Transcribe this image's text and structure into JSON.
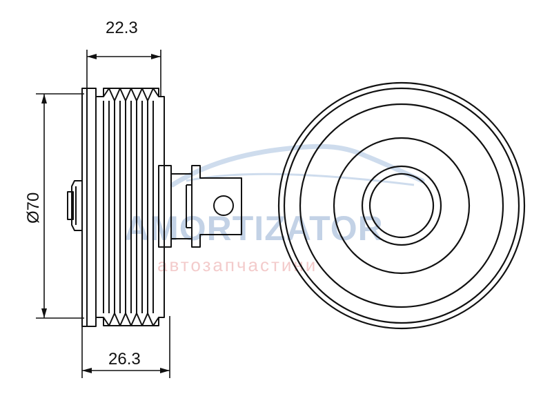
{
  "dimensions": {
    "top_width": "22.3",
    "bottom_width": "26.3",
    "diameter": "Ø70"
  },
  "watermark": {
    "brand": "AMORTIZATOR",
    "tagline": "автозапчастини"
  },
  "colors": {
    "line": "#111111",
    "watermark_blue": "#b9cbe2",
    "watermark_red": "#f2c2c2"
  }
}
